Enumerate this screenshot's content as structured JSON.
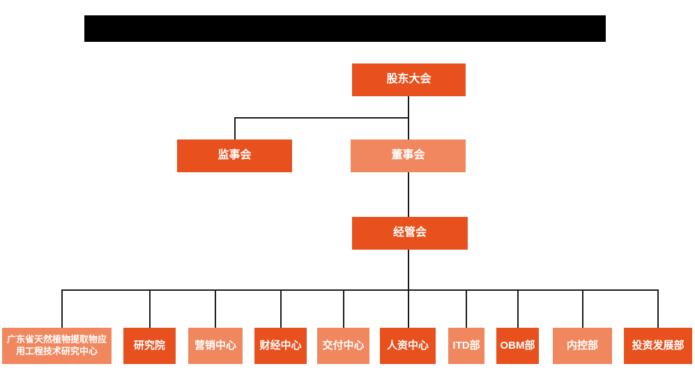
{
  "org": {
    "root": {
      "label": "股东大会"
    },
    "level2": [
      {
        "label": "监事会"
      },
      {
        "label": "董事会"
      }
    ],
    "level3": {
      "label": "经管会"
    },
    "departments": [
      {
        "label": "广东省天然植物提取物应用工程技术研究中心"
      },
      {
        "label": "研究院"
      },
      {
        "label": "营销中心"
      },
      {
        "label": "财经中心"
      },
      {
        "label": "交付中心"
      },
      {
        "label": "人资中心"
      },
      {
        "label": "ITD部"
      },
      {
        "label": "OBM部"
      },
      {
        "label": "内控部"
      },
      {
        "label": "投资发展部"
      }
    ]
  },
  "colors": {
    "primary": "#E8511E",
    "secondary": "#F0875F",
    "connector": "#1A1A1A",
    "node_text": "#FFFFFF",
    "redaction_bar": "#000000"
  }
}
